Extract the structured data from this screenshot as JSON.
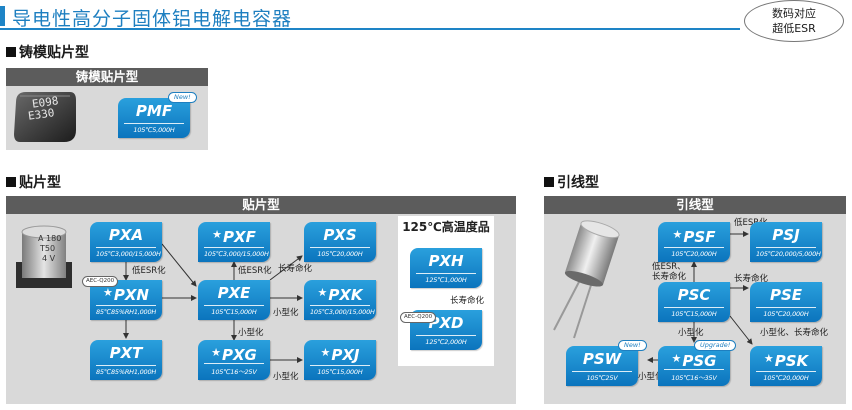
{
  "header": {
    "title": "导电性高分子固体铝电解电容器",
    "badge_line1": "数码对应",
    "badge_line2": "超低ESR"
  },
  "sections": {
    "molded": {
      "title": "铸模贴片型",
      "panel": "铸模贴片型"
    },
    "chip": {
      "title": "贴片型",
      "panel": "贴片型"
    },
    "lead": {
      "title": "引线型",
      "panel": "引线型"
    },
    "hightemp": {
      "title": "125℃高温度品"
    }
  },
  "products": {
    "pmf": {
      "name": "PMF",
      "spec": "105℃5,000H",
      "tag": "New!"
    },
    "pxa": {
      "name": "PXA",
      "spec": "105℃3,000/15,000H"
    },
    "pxf": {
      "name": "PXF",
      "spec": "105℃3,000/15,000H"
    },
    "pxs": {
      "name": "PXS",
      "spec": "105℃20,000H"
    },
    "pxn": {
      "name": "PXN",
      "spec": "85℃85%RH1,000H"
    },
    "pxe": {
      "name": "PXE",
      "spec": "105℃15,000H"
    },
    "pxk": {
      "name": "PXK",
      "spec": "105℃3,000/15,000H"
    },
    "pxt": {
      "name": "PXT",
      "spec": "85℃85%RH1,000H"
    },
    "pxg": {
      "name": "PXG",
      "spec": "105℃16～25V"
    },
    "pxj": {
      "name": "PXJ",
      "spec": "105℃15,000H"
    },
    "pxh": {
      "name": "PXH",
      "spec": "125℃1,000H"
    },
    "pxd": {
      "name": "PXD",
      "spec": "125℃2,000H"
    },
    "psf": {
      "name": "PSF",
      "spec": "105℃20,000H"
    },
    "psj": {
      "name": "PSJ",
      "spec": "105℃20,000/5,000H"
    },
    "psc": {
      "name": "PSC",
      "spec": "105℃15,000H"
    },
    "pse": {
      "name": "PSE",
      "spec": "105℃20,000H"
    },
    "psw": {
      "name": "PSW",
      "spec": "105℃25V",
      "tag": "New!"
    },
    "psg": {
      "name": "PSG",
      "spec": "105℃16～35V",
      "tag": "Upgrade!"
    },
    "psk": {
      "name": "PSK",
      "spec": "105℃20,000H"
    }
  },
  "aec": "AEC-Q200",
  "labels": {
    "low_esr": "低ESR化",
    "long_life": "长寿命化",
    "small": "小型化",
    "low_esr_long": "低ESR、\n长寿命化",
    "small_long": "小型化、长寿命化"
  },
  "capacitor_marks": {
    "molded": "E098",
    "molded2": "E330",
    "chip1": "A 180",
    "chip2": "T50",
    "chip3": "4 V"
  }
}
